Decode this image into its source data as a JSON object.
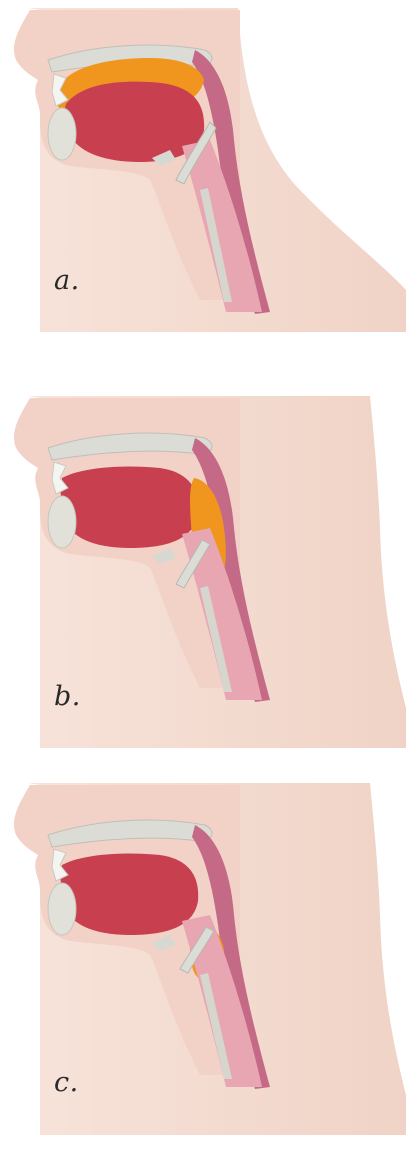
{
  "panels": [
    {
      "label": "a.",
      "highlight": "oral-cavity",
      "highlight_color": "#f0961e"
    },
    {
      "label": "b.",
      "highlight": "pharynx",
      "highlight_color": "#f0961e"
    },
    {
      "label": "c.",
      "highlight": "lower-pharynx",
      "highlight_color": "#f0961e"
    }
  ],
  "colors": {
    "skin": "#f3d9cf",
    "skin_shadow": "#e7c3b6",
    "airway": "#d88fa0",
    "tongue": "#c8404f",
    "cartilage": "#dcdcd6",
    "bolus": "#f0961e"
  }
}
